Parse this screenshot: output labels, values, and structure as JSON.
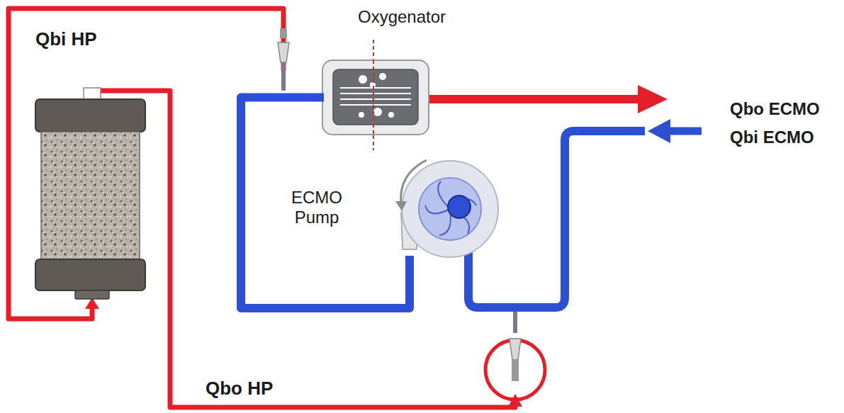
{
  "diagram": {
    "nodes": [
      {
        "text": [
          "Oxygenator"
        ]
      },
      {
        "text": [
          "ECMO Pump"
        ]
      }
    ],
    "edges": [
      {
        "from": 1,
        "to": 0,
        "arrow": "none"
      }
    ],
    "labels": [
      "Qbi HP",
      "Qbo ECMO",
      "Qbi ECMO",
      "Qbo HP"
    ]
  }
}
